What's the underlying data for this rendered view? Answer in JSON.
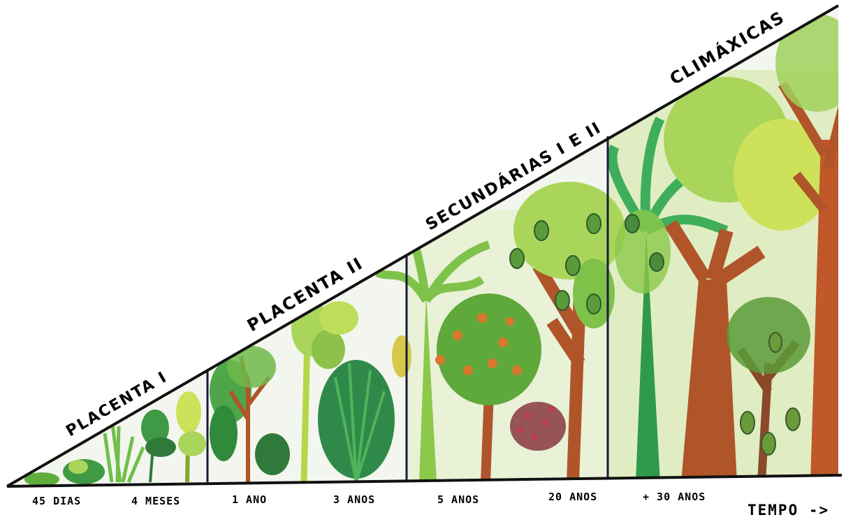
{
  "stages": [
    {
      "id": "placenta-1",
      "label": "PLACENTA I"
    },
    {
      "id": "placenta-2",
      "label": "PLACENTA II"
    },
    {
      "id": "secundarias",
      "label": "SECUNDÁRIAS I E II"
    },
    {
      "id": "climaxicas",
      "label": "CLIMÁXICAS"
    }
  ],
  "time_labels": [
    "45 DIAS",
    "4 MESES",
    "1 ANO",
    "3 ANOS",
    "5 ANOS",
    "20 ANOS",
    "+ 30 ANOS"
  ],
  "axis_label": "TEMPO ->",
  "colors": {
    "outline": "#111111",
    "divider": "#1a1a40",
    "light_green": "#a9d65a",
    "mid_green": "#5fae3c",
    "dark_green": "#2f7a3a",
    "yellow_green": "#cde15a",
    "trunk_brown": "#b0552a",
    "fruit_orange": "#d9772c",
    "fruit_red": "#9c2a3a"
  }
}
